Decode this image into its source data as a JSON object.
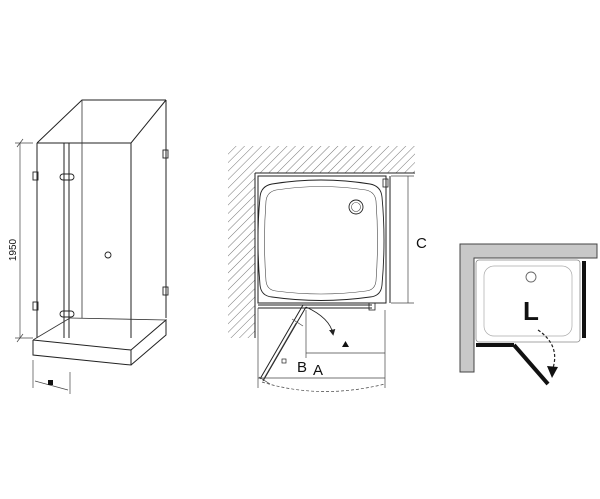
{
  "labels": {
    "height": "1950",
    "a": "A",
    "b": "B",
    "c": "C",
    "orientation": "L"
  },
  "colors": {
    "line": "#222222",
    "hatch": "#555555",
    "panel_fill": "#c8c8c8",
    "glass_edge": "#111111"
  }
}
